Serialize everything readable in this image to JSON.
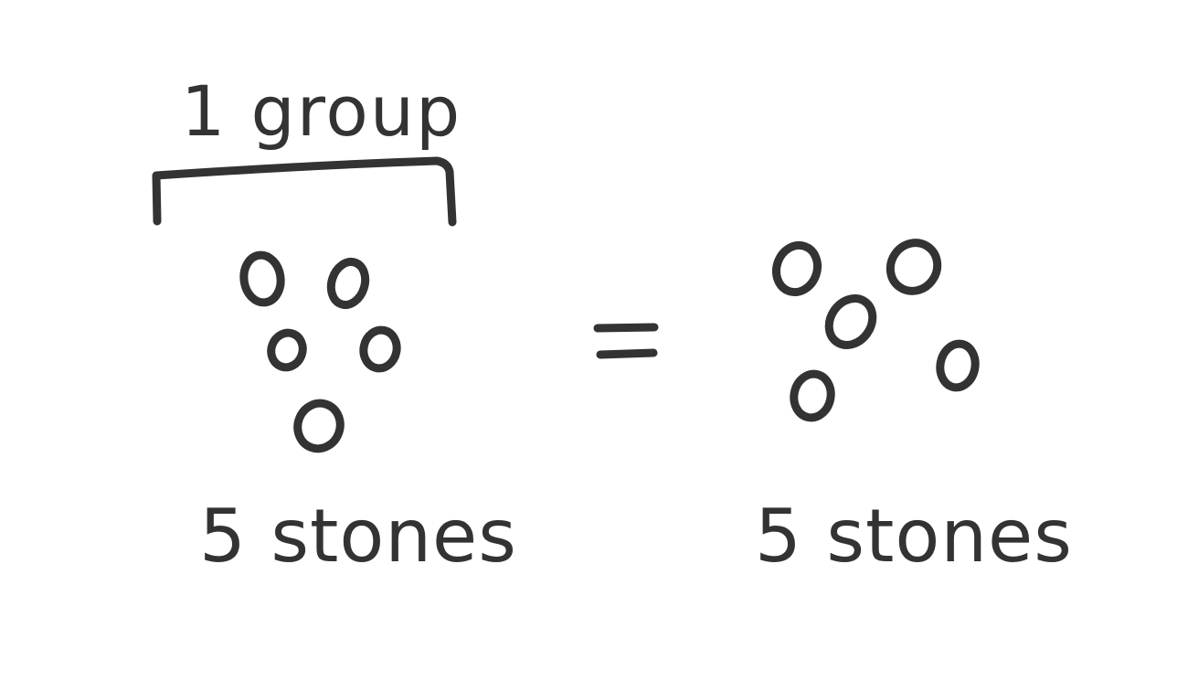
{
  "ink_color": "#333333",
  "left_group": {
    "bracket_label": "1 group",
    "stone_count": 5,
    "caption": "5 stones"
  },
  "equals_sign": "=",
  "right_group": {
    "stone_count": 5,
    "caption": "5 stones"
  }
}
